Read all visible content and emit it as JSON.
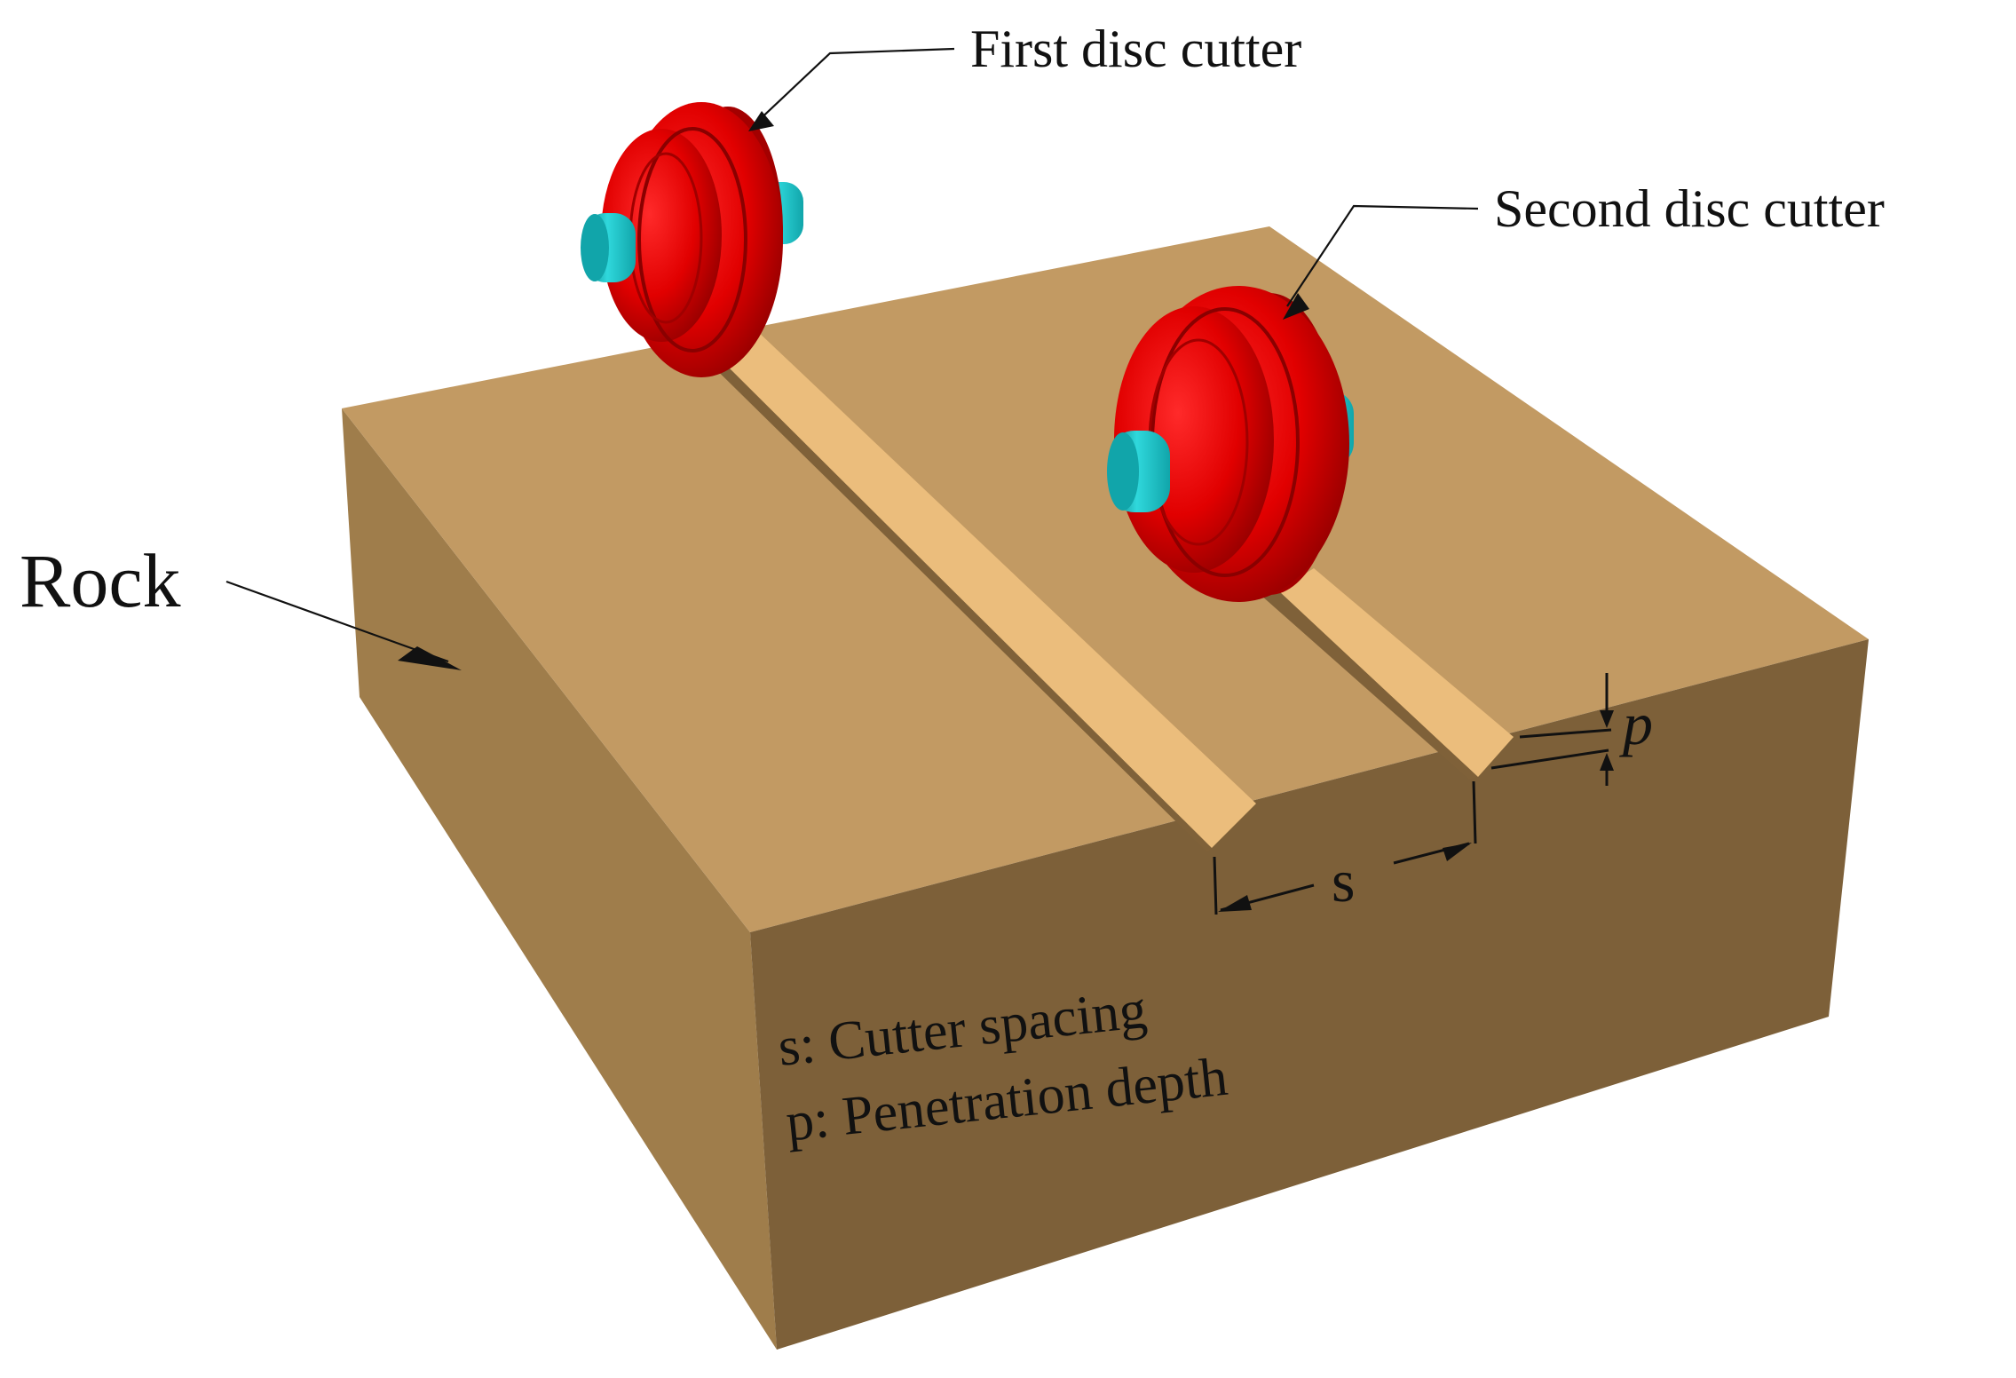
{
  "labels": {
    "first_cutter": "First disc cutter",
    "second_cutter": "Second disc cutter",
    "rock": "Rock",
    "spacing_symbol": "s",
    "depth_symbol": "p",
    "legend_spacing": "s: Cutter spacing",
    "legend_depth": "p: Penetration depth"
  },
  "colors": {
    "rock_top": "#c29a63",
    "rock_left": "#9f7d4b",
    "rock_front": "#7d6039",
    "groove_floor": "#ebbd7c",
    "groove_wall": "#7f6139",
    "cutter_red": "#e10000",
    "cutter_red_dark": "#8a0000",
    "hub_cyan": "#19c3c8",
    "hub_cyan_dark": "#0e7f83"
  }
}
